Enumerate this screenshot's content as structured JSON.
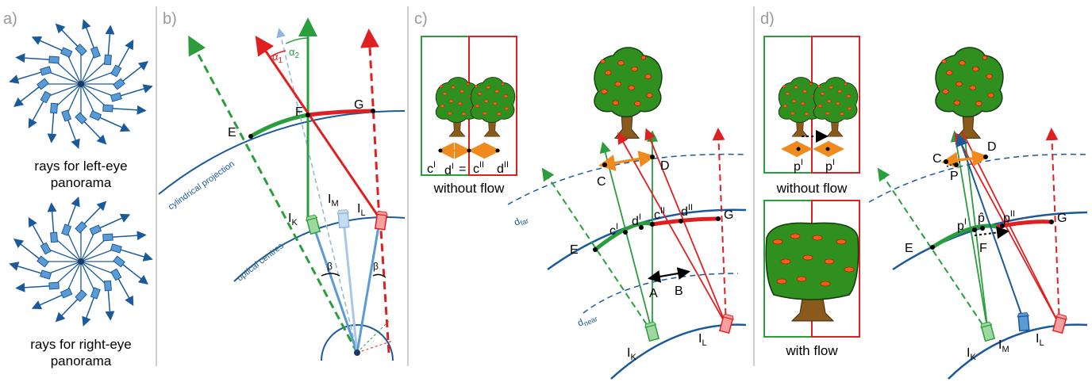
{
  "panels": {
    "a": {
      "label": "a)",
      "caption_left_1": "rays for left-eye",
      "caption_left_2": "panorama",
      "caption_right_1": "rays for right-eye",
      "caption_right_2": "panorama"
    },
    "b": {
      "label": "b)",
      "arc_outer": "cylindrical projection",
      "arc_inner": "optical centres",
      "points": {
        "E": "E",
        "F": "F",
        "G": "G"
      },
      "cams": {
        "ik": "I",
        "ik_sub": "K",
        "im": "I",
        "im_sub": "M",
        "il": "I",
        "il_sub": "L"
      },
      "angles": {
        "a1": "α",
        "a1_sub": "1",
        "a2": "α",
        "a2_sub": "2",
        "beta": "β"
      }
    },
    "c": {
      "label": "c)",
      "inset_caption": "without flow",
      "inset_labels": {
        "cl": "c",
        "cl_sup": "I",
        "dl": "d",
        "dl_sup": "I",
        "eq": "=",
        "cll": "c",
        "cll_sup": "II",
        "dll": "d",
        "dll_sup": "II"
      },
      "arc_far": "d",
      "arc_far_sub": "far",
      "arc_near": "d",
      "arc_near_sub": "near",
      "points": {
        "C": "C",
        "D": "D",
        "E": "E",
        "G": "G",
        "A": "A",
        "B": "B",
        "cl": "c",
        "cl_sup": "I",
        "dl": "d",
        "dl_sup": "I",
        "cll": "c",
        "cll_sup": "II",
        "dll": "d",
        "dll_sup": "II"
      },
      "cams": {
        "ik": "I",
        "ik_sub": "K",
        "il": "I",
        "il_sub": "L"
      }
    },
    "d": {
      "label": "d)",
      "inset_top_caption": "without flow",
      "inset_bottom_caption": "with flow",
      "inset_labels": {
        "pl": "p",
        "pl_sup": "I",
        "pll": "p",
        "pll_sup": "I"
      },
      "points": {
        "C": "C",
        "D": "D",
        "P": "P",
        "E": "E",
        "F": "F",
        "G": "G",
        "pl": "p",
        "pl_sup": "I",
        "phat": "p̂",
        "pll": "p",
        "pll_sup": "II"
      },
      "cams": {
        "ik": "I",
        "ik_sub": "K",
        "im": "I",
        "im_sub": "M",
        "il": "I",
        "il_sub": "L"
      }
    }
  },
  "colors": {
    "green": "#2a9d3c",
    "red": "#e02020",
    "blue": "#1a5a9a",
    "lightblue": "#5b9bd5",
    "orange": "#f08a1c",
    "tree_green": "#2f8f1f",
    "fruit": "#ff5a1a",
    "trunk": "#8a5a1c",
    "divider": "#b0b0b0"
  }
}
